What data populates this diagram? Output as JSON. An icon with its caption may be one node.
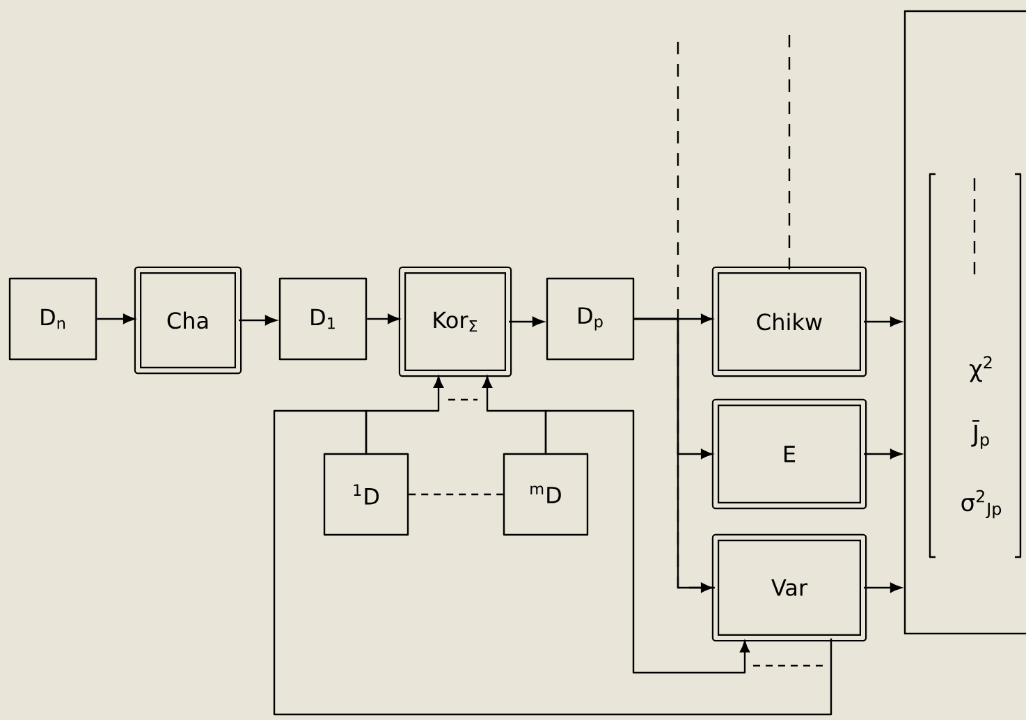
{
  "diagram": {
    "nodes": [
      {
        "text": [
          "D$_{n}$"
        ]
      },
      {
        "text": [
          "Cha"
        ]
      },
      {
        "text": [
          "D$_{1}$"
        ]
      },
      {
        "text": [
          "Kor$_{Σ}$"
        ]
      },
      {
        "text": [
          "D$_{p}$"
        ]
      },
      {
        "text": [
          "Chikw"
        ]
      },
      {
        "text": [
          "E"
        ]
      },
      {
        "text": [
          "Var"
        ]
      },
      {
        "text": [
          "$^{1}$D"
        ]
      },
      {
        "text": [
          "$^{m}$D"
        ]
      },
      {
        "text": [
          "χ$^{2}$",
          "J̄$_{p}$",
          "σ$^{2}$$_{Jp}$"
        ]
      }
    ],
    "edges": [
      {
        "from": 0,
        "to": 1,
        "arrow": "to"
      },
      {
        "from": 1,
        "to": 2,
        "arrow": "to"
      },
      {
        "from": 2,
        "to": 3,
        "arrow": "to"
      },
      {
        "from": 3,
        "to": 4,
        "arrow": "to"
      },
      {
        "from": 4,
        "to": 5,
        "arrow": "to"
      },
      {
        "from": 4,
        "to": 6,
        "arrow": "to"
      },
      {
        "from": 4,
        "to": 7,
        "arrow": "to"
      },
      {
        "from": 5,
        "to": 10,
        "arrow": "to"
      },
      {
        "from": 6,
        "to": 10,
        "arrow": "to"
      },
      {
        "from": 7,
        "to": 10,
        "arrow": "to"
      },
      {
        "from": 8,
        "to": 3,
        "arrow": "to"
      },
      {
        "from": 9,
        "to": 3,
        "arrow": "to"
      },
      {
        "from": 8,
        "to": 7,
        "arrow": "none"
      },
      {
        "from": 9,
        "to": 7,
        "arrow": "to"
      },
      {
        "from": null,
        "to": 5,
        "arrow": "none",
        "style": "dashed"
      },
      {
        "from": null,
        "to": 7,
        "arrow": "none",
        "style": "dashed"
      },
      {
        "from": 8,
        "to": 9,
        "arrow": "none",
        "style": "dashed"
      }
    ]
  }
}
